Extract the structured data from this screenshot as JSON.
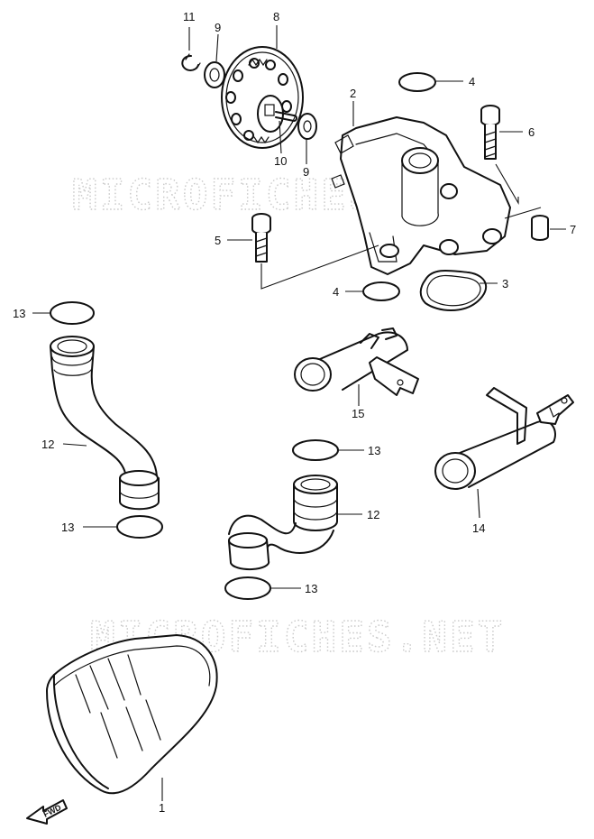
{
  "watermark": "MICROFICHES.NET",
  "fwd_label": "FWD",
  "callouts": [
    {
      "id": "c11",
      "label": "11"
    },
    {
      "id": "c9a",
      "label": "9"
    },
    {
      "id": "c8",
      "label": "8"
    },
    {
      "id": "c2",
      "label": "2"
    },
    {
      "id": "c4a",
      "label": "4"
    },
    {
      "id": "c6",
      "label": "6"
    },
    {
      "id": "c10",
      "label": "10"
    },
    {
      "id": "c9b",
      "label": "9"
    },
    {
      "id": "c5",
      "label": "5"
    },
    {
      "id": "c7",
      "label": "7"
    },
    {
      "id": "c4b",
      "label": "4"
    },
    {
      "id": "c3",
      "label": "3"
    },
    {
      "id": "c13a",
      "label": "13"
    },
    {
      "id": "c15",
      "label": "15"
    },
    {
      "id": "c12a",
      "label": "12"
    },
    {
      "id": "c13b",
      "label": "13"
    },
    {
      "id": "c14",
      "label": "14"
    },
    {
      "id": "c12b",
      "label": "12"
    },
    {
      "id": "c13c",
      "label": "13"
    },
    {
      "id": "c13d",
      "label": "13"
    },
    {
      "id": "c1",
      "label": "1"
    }
  ]
}
